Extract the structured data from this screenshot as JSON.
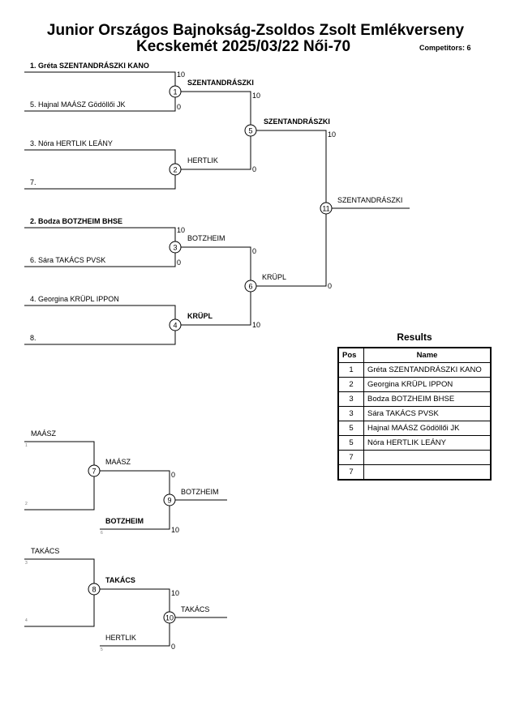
{
  "header": {
    "title": "Junior Országos Bajnokság-Zsoldos Zsolt Emlékverseny",
    "subtitle": "Kecskemét 2025/03/22 Női-70",
    "competitors": "Competitors: 6"
  },
  "main": {
    "entries": [
      {
        "text": "1. Gréta SZENTANDRÁSZKI KANO",
        "bold": true
      },
      {
        "text": "5. Hajnal MAÁSZ Gödöllői JK",
        "bold": false
      },
      {
        "text": "3. Nóra HERTLIK LEÁNY",
        "bold": false
      },
      {
        "text": "7.",
        "bold": false
      },
      {
        "text": "2. Bodza BOTZHEIM BHSE",
        "bold": true
      },
      {
        "text": "6. Sára TAKÁCS PVSK",
        "bold": false
      },
      {
        "text": "4. Georgina KRÜPL IPPON",
        "bold": false
      },
      {
        "text": "8.",
        "bold": false
      }
    ],
    "matches": [
      {
        "num": "1",
        "winner": "SZENTANDRÁSZKI",
        "bold": true,
        "score_top": "10",
        "score_bottom": "0"
      },
      {
        "num": "2",
        "winner": "HERTLIK",
        "bold": false,
        "score_top": "",
        "score_bottom": ""
      },
      {
        "num": "3",
        "winner": "BOTZHEIM",
        "bold": false,
        "score_top": "10",
        "score_bottom": "0"
      },
      {
        "num": "4",
        "winner": "KRÜPL",
        "bold": true,
        "score_top": "",
        "score_bottom": ""
      },
      {
        "num": "5",
        "winner": "SZENTANDRÁSZKI",
        "bold": true,
        "score_top": "10",
        "score_bottom": "0"
      },
      {
        "num": "6",
        "winner": "KRÜPL",
        "bold": false,
        "score_top": "0",
        "score_bottom": "10"
      },
      {
        "num": "11",
        "winner": "SZENTANDRÁSZKI",
        "bold": false,
        "score_top": "10",
        "score_bottom": "0"
      }
    ]
  },
  "repechage": {
    "entries": [
      {
        "text": "MAÁSZ",
        "small": "1",
        "bold": false
      },
      {
        "text": "",
        "small": "2",
        "bold": false
      },
      {
        "text": "TAKÁCS",
        "small": "3",
        "bold": false
      },
      {
        "text": "",
        "small": "4",
        "bold": false
      }
    ],
    "matches": [
      {
        "num": "7",
        "winner": "MAÁSZ",
        "bold": false
      },
      {
        "num": "8",
        "winner": "TAKÁCS",
        "bold": true
      },
      {
        "num": "9",
        "winner": "BOTZHEIM",
        "bold": false,
        "score_top": "0",
        "score_bottom": "10",
        "opponent": "BOTZHEIM",
        "opponent_bold": true,
        "opponent_small": "6"
      },
      {
        "num": "10",
        "winner": "TAKÁCS",
        "bold": false,
        "score_top": "10",
        "score_bottom": "0",
        "opponent": "HERTLIK",
        "opponent_bold": false,
        "opponent_small": "5"
      }
    ]
  },
  "results": {
    "title": "Results",
    "headers": {
      "pos": "Pos",
      "name": "Name"
    },
    "rows": [
      {
        "pos": "1",
        "name": "Gréta SZENTANDRÁSZKI KANO"
      },
      {
        "pos": "2",
        "name": "Georgina KRÜPL IPPON"
      },
      {
        "pos": "3",
        "name": "Bodza BOTZHEIM BHSE"
      },
      {
        "pos": "3",
        "name": "Sára TAKÁCS PVSK"
      },
      {
        "pos": "5",
        "name": "Hajnal MAÁSZ Gödöllői JK"
      },
      {
        "pos": "5",
        "name": "Nóra HERTLIK LEÁNY"
      },
      {
        "pos": "7",
        "name": ""
      },
      {
        "pos": "7",
        "name": ""
      }
    ]
  }
}
